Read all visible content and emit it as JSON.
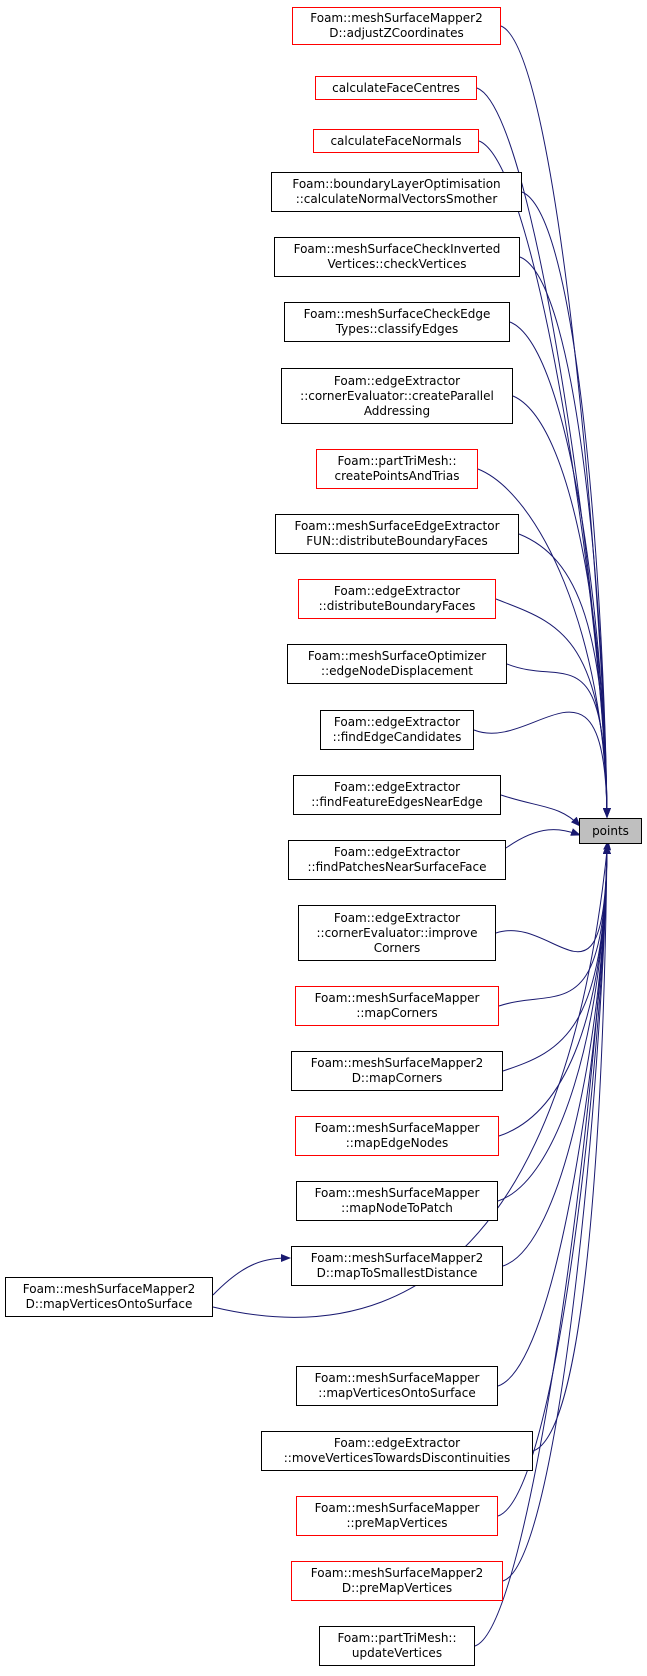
{
  "colors": {
    "edge": "#191970",
    "box_border": "#000000",
    "box_border_incomplete": "#ff0000",
    "target_fill": "#bfbfbf"
  },
  "target": {
    "label": "points"
  },
  "callers": [
    {
      "lines": [
        "Foam::meshSurfaceMapper2",
        "D::adjustZCoordinates"
      ],
      "incomplete": true
    },
    {
      "lines": [
        "calculateFaceCentres"
      ],
      "incomplete": true
    },
    {
      "lines": [
        "calculateFaceNormals"
      ],
      "incomplete": true
    },
    {
      "lines": [
        "Foam::boundaryLayerOptimisation",
        "::calculateNormalVectorsSmother"
      ],
      "incomplete": false
    },
    {
      "lines": [
        "Foam::meshSurfaceCheckInverted",
        "Vertices::checkVertices"
      ],
      "incomplete": false
    },
    {
      "lines": [
        "Foam::meshSurfaceCheckEdge",
        "Types::classifyEdges"
      ],
      "incomplete": false
    },
    {
      "lines": [
        "Foam::edgeExtractor",
        "::cornerEvaluator::createParallel",
        "Addressing"
      ],
      "incomplete": false
    },
    {
      "lines": [
        "Foam::partTriMesh::",
        "createPointsAndTrias"
      ],
      "incomplete": true
    },
    {
      "lines": [
        "Foam::meshSurfaceEdgeExtractor",
        "FUN::distributeBoundaryFaces"
      ],
      "incomplete": false
    },
    {
      "lines": [
        "Foam::edgeExtractor",
        "::distributeBoundaryFaces"
      ],
      "incomplete": true
    },
    {
      "lines": [
        "Foam::meshSurfaceOptimizer",
        "::edgeNodeDisplacement"
      ],
      "incomplete": false
    },
    {
      "lines": [
        "Foam::edgeExtractor",
        "::findEdgeCandidates"
      ],
      "incomplete": false
    },
    {
      "lines": [
        "Foam::edgeExtractor",
        "::findFeatureEdgesNearEdge"
      ],
      "incomplete": false
    },
    {
      "lines": [
        "Foam::edgeExtractor",
        "::findPatchesNearSurfaceFace"
      ],
      "incomplete": false
    },
    {
      "lines": [
        "Foam::edgeExtractor",
        "::cornerEvaluator::improve",
        "Corners"
      ],
      "incomplete": false
    },
    {
      "lines": [
        "Foam::meshSurfaceMapper",
        "::mapCorners"
      ],
      "incomplete": true
    },
    {
      "lines": [
        "Foam::meshSurfaceMapper2",
        "D::mapCorners"
      ],
      "incomplete": false
    },
    {
      "lines": [
        "Foam::meshSurfaceMapper",
        "::mapEdgeNodes"
      ],
      "incomplete": true
    },
    {
      "lines": [
        "Foam::meshSurfaceMapper",
        "::mapNodeToPatch"
      ],
      "incomplete": false
    },
    {
      "lines": [
        "Foam::meshSurfaceMapper2",
        "D::mapToSmallestDistance"
      ],
      "incomplete": false
    },
    {
      "lines": [
        "Foam::meshSurfaceMapper2",
        "D::mapVerticesOntoSurface"
      ],
      "incomplete": false
    },
    {
      "lines": [
        "Foam::meshSurfaceMapper",
        "::mapVerticesOntoSurface"
      ],
      "incomplete": false
    },
    {
      "lines": [
        "Foam::edgeExtractor",
        "::moveVerticesTowardsDiscontinuities"
      ],
      "incomplete": false
    },
    {
      "lines": [
        "Foam::meshSurfaceMapper",
        "::preMapVertices"
      ],
      "incomplete": true
    },
    {
      "lines": [
        "Foam::meshSurfaceMapper2",
        "D::preMapVertices"
      ],
      "incomplete": true
    },
    {
      "lines": [
        "Foam::partTriMesh::",
        "updateVertices"
      ],
      "incomplete": false
    }
  ]
}
